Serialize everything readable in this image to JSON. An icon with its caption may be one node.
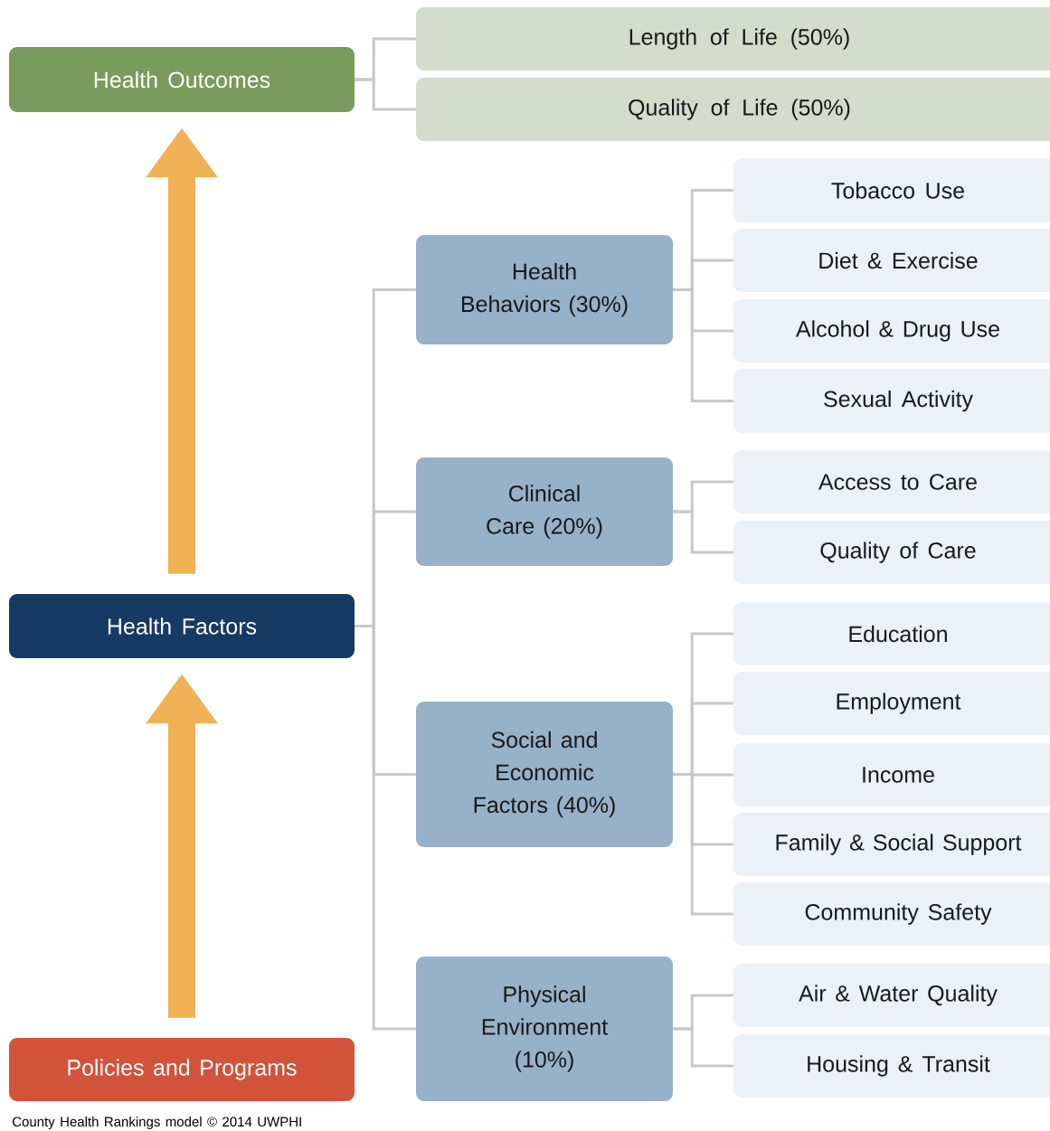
{
  "diagram": {
    "caption": "County Health Rankings model © 2014 UWPHI",
    "nodes": [
      {
        "text": [
          "Health Outcomes"
        ]
      },
      {
        "text": [
          "Length of Life (50%)"
        ]
      },
      {
        "text": [
          "Quality of Life (50%)"
        ]
      },
      {
        "text": [
          "Health Factors"
        ]
      },
      {
        "text": [
          "Health Behaviors (30%)"
        ]
      },
      {
        "text": [
          "Tobacco Use"
        ]
      },
      {
        "text": [
          "Diet & Exercise"
        ]
      },
      {
        "text": [
          "Alcohol & Drug Use"
        ]
      },
      {
        "text": [
          "Sexual Activity"
        ]
      },
      {
        "text": [
          "Clinical Care (20%)"
        ]
      },
      {
        "text": [
          "Access to Care"
        ]
      },
      {
        "text": [
          "Quality of Care"
        ]
      },
      {
        "text": [
          "Social and Economic Factors (40%)"
        ]
      },
      {
        "text": [
          "Education"
        ]
      },
      {
        "text": [
          "Employment"
        ]
      },
      {
        "text": [
          "Income"
        ]
      },
      {
        "text": [
          "Family & Social Support"
        ]
      },
      {
        "text": [
          "Community Safety"
        ]
      },
      {
        "text": [
          "Physical Environment (10%)"
        ]
      },
      {
        "text": [
          "Air & Water Quality"
        ]
      },
      {
        "text": [
          "Housing & Transit"
        ]
      },
      {
        "text": [
          "Policies and Programs"
        ]
      }
    ],
    "edges": [
      {
        "from": 0,
        "to": 1,
        "arrow": "none"
      },
      {
        "from": 0,
        "to": 2,
        "arrow": "none"
      },
      {
        "from": 3,
        "to": 4,
        "arrow": "none"
      },
      {
        "from": 3,
        "to": 9,
        "arrow": "none"
      },
      {
        "from": 3,
        "to": 12,
        "arrow": "none"
      },
      {
        "from": 3,
        "to": 18,
        "arrow": "none"
      },
      {
        "from": 4,
        "to": 5,
        "arrow": "none"
      },
      {
        "from": 4,
        "to": 6,
        "arrow": "none"
      },
      {
        "from": 4,
        "to": 7,
        "arrow": "none"
      },
      {
        "from": 4,
        "to": 8,
        "arrow": "none"
      },
      {
        "from": 9,
        "to": 10,
        "arrow": "none"
      },
      {
        "from": 9,
        "to": 11,
        "arrow": "none"
      },
      {
        "from": 12,
        "to": 13,
        "arrow": "none"
      },
      {
        "from": 12,
        "to": 14,
        "arrow": "none"
      },
      {
        "from": 12,
        "to": 15,
        "arrow": "none"
      },
      {
        "from": 12,
        "to": 16,
        "arrow": "none"
      },
      {
        "from": 12,
        "to": 17,
        "arrow": "none"
      },
      {
        "from": 18,
        "to": 19,
        "arrow": "none"
      },
      {
        "from": 18,
        "to": 20,
        "arrow": "none"
      },
      {
        "from": 21,
        "to": 3,
        "arrow": "to",
        "style": "thick",
        "color": "#f0b254"
      },
      {
        "from": 3,
        "to": 0,
        "arrow": "to",
        "style": "thick",
        "color": "#f0b254"
      }
    ]
  }
}
